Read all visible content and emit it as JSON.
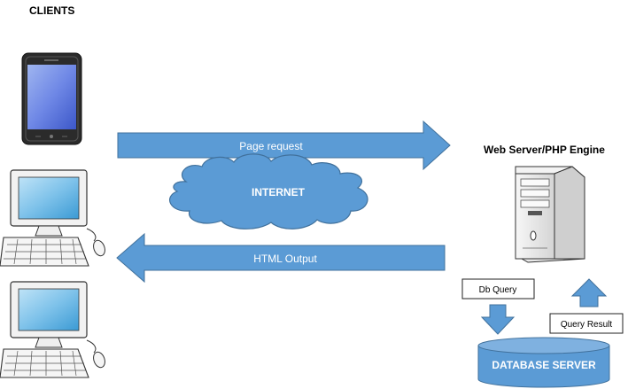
{
  "clients_title": "CLIENTS",
  "server_title": "Web Server/PHP Engine",
  "arrows": {
    "page_request": "Page request",
    "html_output": "HTML Output"
  },
  "internet_label": "INTERNET",
  "db_query_label": "Db Query",
  "query_result_label": "Query Result",
  "database_label": "DATABASE SERVER",
  "colors": {
    "arrow_fill": "#5b9bd5",
    "arrow_stroke": "#41719c",
    "cloud_fill": "#5b9bd5",
    "db_fill": "#5b9bd5"
  }
}
